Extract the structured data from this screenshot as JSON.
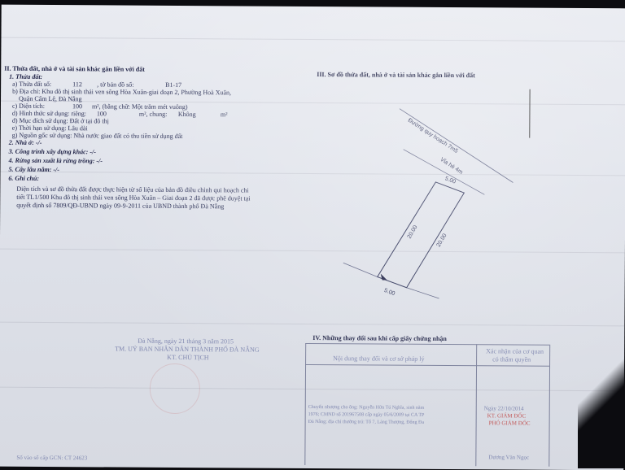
{
  "section2": {
    "heading": "II. Thửa đất, nhà ở và tài sản khác gắn liền với đất",
    "land_header": "1. Thửa đất:",
    "parcel_label": "a) Thửa đất số:",
    "parcel_no": "112",
    "map_label": ", tờ bản đồ số:",
    "map_no": "B1-17",
    "address_line1": "b) Địa chỉ: Khu đô thị sinh thái ven sông Hòa Xuân-giai đoạn 2, Phường Hoà Xuân,",
    "address_line2": "Quận Cẩm Lệ, Đà Nẵng",
    "area_label": "c) Diện tích:",
    "area_value": "100",
    "area_unit": "m², (bằng chữ: Một trăm mét vuông)",
    "use_label": "d) Hình thức sử dụng: riêng:",
    "use_private": "100",
    "use_common_label": "m², chung:",
    "use_common": "Không",
    "use_unit": "m²",
    "purpose": "đ) Mục đích sử dụng: Đất ở tại đô thị",
    "duration": "e) Thời hạn sử dụng: Lâu dài",
    "origin": "g) Nguồn gốc sử dụng: Nhà nước giao đất có thu tiền sử dụng đất",
    "house": "2. Nhà ở: -/-",
    "construction": "3. Công trình xây dựng khác: -/-",
    "forest": "4. Rừng sản xuất là rừng trồng: -/-",
    "perennial": "5. Cây lâu năm: -/-",
    "notes_header": "6. Ghi chú:",
    "notes": [
      "Diện tích và sơ đồ thửa đất được thực hiện từ số liệu của bản đồ điều chỉnh qui hoạch chi",
      "tiết TL1/500 Khu đô thị sinh thái ven sông Hòa Xuân – Giai đoạn 2 đã được phê duyệt tại",
      "quyết định số 7809/QĐ-UBND ngày 09-9-2011 của UBND thành phố Đà Nẵng"
    ]
  },
  "section3": {
    "heading": "III. Sơ đồ thửa đất, nhà ở và tài sản khác gắn liền với đất",
    "road_label": "Đường quy hoạch 7m5",
    "sidewalk_label": "Vỉa hè 4m",
    "dim_top": "5.00",
    "dim_left": "20.00",
    "dim_right": "20.00",
    "dim_bottom": "5.00"
  },
  "signature": {
    "date_line": "Đà Nẵng, ngày 21 tháng 3 năm 2015",
    "org_line": "TM. UỶ BAN NHÂN DÂN THÀNH PHỐ ĐÀ NẴNG",
    "role_line": "KT. CHỦ TỊCH"
  },
  "section4": {
    "heading": "IV. Những thay đổi sau khi cấp giấy chứng nhận",
    "col1": "Nội dung thay đổi và cơ sở pháp lý",
    "col2a": "Xác nhận của cơ quan",
    "col2b": "có thẩm quyền",
    "entry_lines": [
      "Chuyển nhượng cho ông: Nguyễn Hữu Tú Nghĩa, sinh năm",
      "1976; CMND số 201967508 cấp ngày 05/6/2009 tại CA TP",
      "Đà Nẵng; địa chỉ thường trú: Tổ 7, Láng Thượng, Đống Đa"
    ],
    "confirm_date": "Ngày 22/10/2014",
    "confirm_role1": "KT. GIÁM ĐỐC",
    "confirm_role2": "PHÓ GIÁM ĐỐC",
    "confirm_signer": "Dương Văn Ngọc"
  },
  "footer_code": "Số vào sổ cấp GCN: CT 24623",
  "colors": {
    "ink": "#2a2f55",
    "paper": "#e3e6ee",
    "stamp_red": "#c25a5a"
  }
}
